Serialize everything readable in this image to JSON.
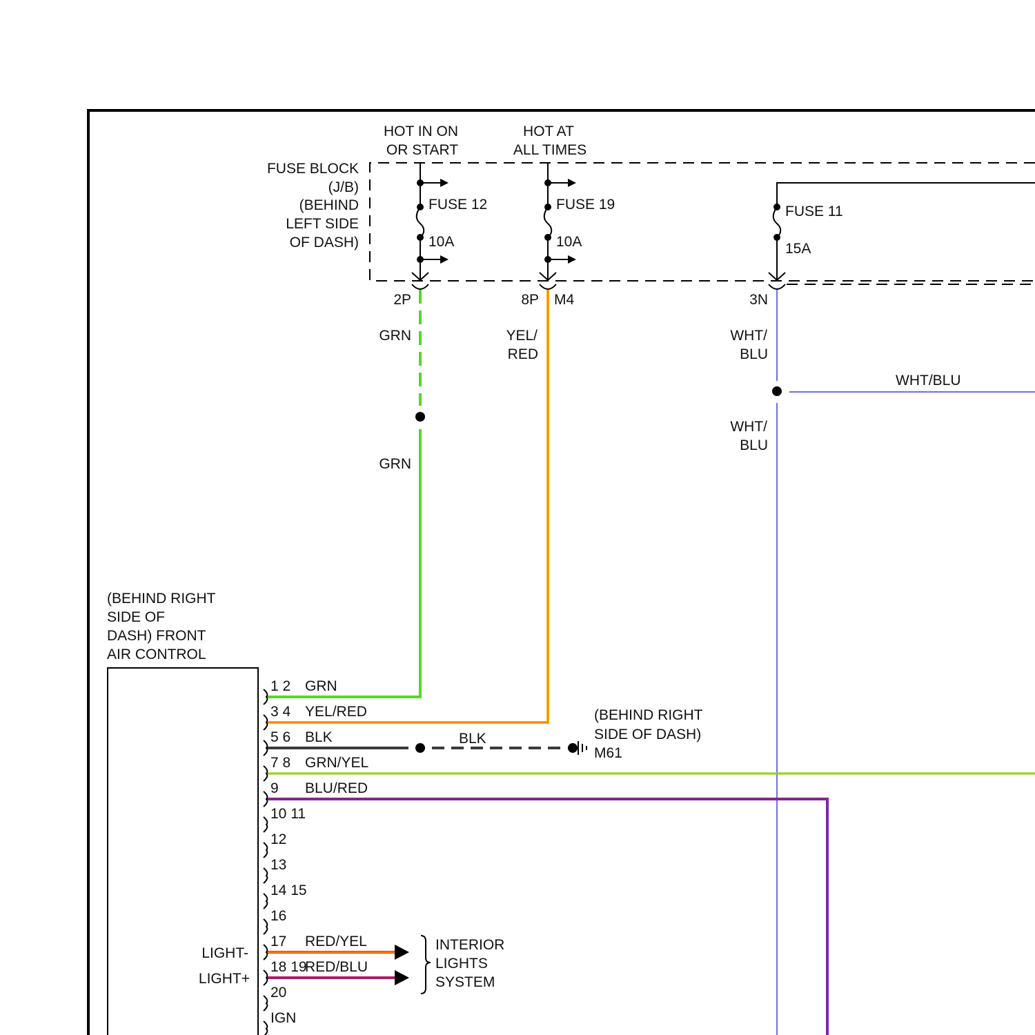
{
  "fuse_block": {
    "label_lines": [
      "FUSE BLOCK",
      "(J/B)",
      "(BEHIND",
      "LEFT SIDE",
      "OF DASH)"
    ],
    "circuits": [
      {
        "id": "fuse12",
        "power_lines": [
          "HOT IN ON",
          "OR START"
        ],
        "fuse": "FUSE 12",
        "rating": "10A",
        "terminal": "2P"
      },
      {
        "id": "fuse19",
        "power_lines": [
          "HOT AT",
          "ALL TIMES"
        ],
        "fuse": "FUSE 19",
        "rating": "10A",
        "terminal": "8P",
        "connector": "M4"
      },
      {
        "id": "fuse11",
        "fuse": "FUSE 11",
        "rating": "15A",
        "terminal": "3N"
      }
    ]
  },
  "wires": {
    "grn_upper": "GRN",
    "grn_lower": "GRN",
    "yel_red_lines": [
      "YEL/",
      "RED"
    ],
    "wht_blu_upper_lines": [
      "WHT/",
      "BLU"
    ],
    "wht_blu_lower_lines": [
      "WHT/",
      "BLU"
    ],
    "wht_blu_branch": "WHT/BLU",
    "blk_ground": "BLK"
  },
  "ground": {
    "location_lines": [
      "(BEHIND RIGHT",
      "SIDE OF DASH)"
    ],
    "id": "M61"
  },
  "module": {
    "title_lines": [
      "(BEHIND RIGHT",
      "SIDE OF",
      "DASH) FRONT",
      "AIR CONTROL"
    ],
    "light_minus": "LIGHT-",
    "light_plus": "LIGHT+",
    "pins": [
      {
        "pins": "1 2",
        "color_code": "GRN"
      },
      {
        "pins": "3 4",
        "color_code": "YEL/RED"
      },
      {
        "pins": "5 6",
        "color_code": "BLK"
      },
      {
        "pins": "7 8",
        "color_code": "GRN/YEL"
      },
      {
        "pins": "9",
        "color_code": "BLU/RED"
      },
      {
        "pins": "10 11",
        "color_code": ""
      },
      {
        "pins": "12",
        "color_code": ""
      },
      {
        "pins": "13",
        "color_code": ""
      },
      {
        "pins": "14 15",
        "color_code": ""
      },
      {
        "pins": "16",
        "color_code": ""
      },
      {
        "pins": "17",
        "color_code": "RED/YEL"
      },
      {
        "pins": "18 19",
        "color_code": "RED/BLU"
      },
      {
        "pins": "20",
        "color_code": ""
      },
      {
        "pins": "IGN",
        "color_code": ""
      }
    ]
  },
  "interior_lights": {
    "label_lines": [
      "INTERIOR",
      "LIGHTS",
      "SYSTEM"
    ]
  },
  "colors": {
    "grn": "#55d62b",
    "yel_red_main": "#ffb300",
    "yel_red_stripe": "#ff5a00",
    "wht_blu": "#6f6fd8",
    "blk": "#3a3a3a",
    "grn_yel": "#8fd400",
    "blu_red": "#6a1fb0",
    "red_yel": "#ff3000",
    "red_blu": "#c0185a"
  }
}
